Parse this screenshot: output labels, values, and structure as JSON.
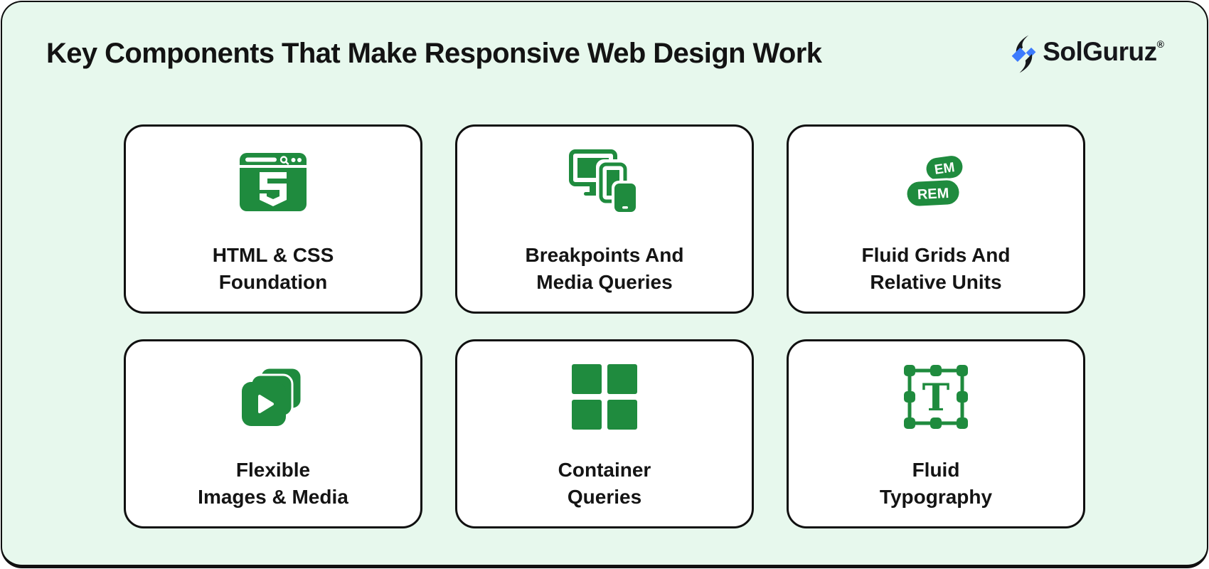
{
  "theme": {
    "panel_bg": "#e7f8ed",
    "card_bg": "#ffffff",
    "border_color": "#101010",
    "icon_green": "#1f8b3e",
    "logo_blue": "#3d7bfd",
    "text_color": "#141414"
  },
  "header": {
    "title": "Key Components That Make Responsive Web Design Work",
    "logo_text": "SolGuruz",
    "logo_reg": "®"
  },
  "cards": [
    {
      "icon": "html5-browser-icon",
      "line1": "HTML & CSS",
      "line2": "Foundation"
    },
    {
      "icon": "responsive-devices-icon",
      "line1": "Breakpoints And",
      "line2": "Media Queries"
    },
    {
      "icon": "em-rem-units-icon",
      "line1": "Fluid Grids And",
      "line2": "Relative Units",
      "badge_top": "EM",
      "badge_bottom": "REM"
    },
    {
      "icon": "flexible-media-icon",
      "line1": "Flexible",
      "line2": "Images & Media"
    },
    {
      "icon": "container-grid-icon",
      "line1": "Container",
      "line2": "Queries"
    },
    {
      "icon": "fluid-typography-icon",
      "line1": "Fluid",
      "line2": "Typography",
      "glyph": "T"
    }
  ]
}
